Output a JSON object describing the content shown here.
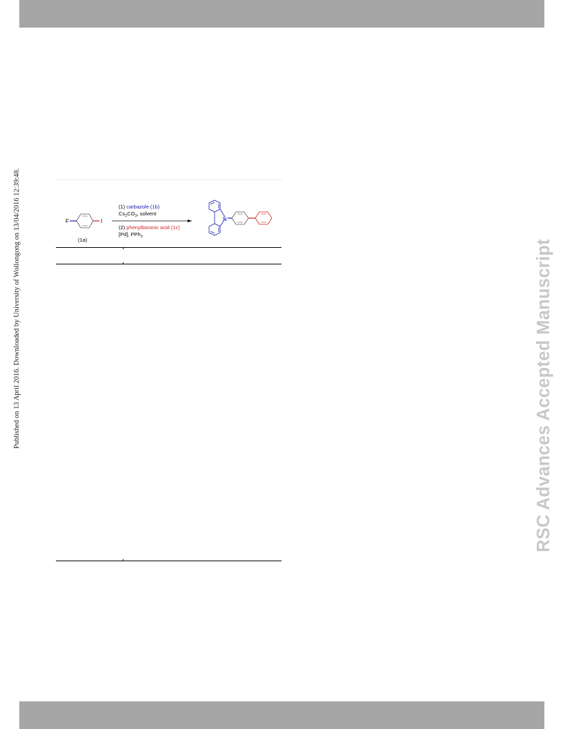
{
  "side_note": "Published on 13 April 2016. Downloaded by University of Wollongong on 13/04/2016 12:39:48.",
  "watermark": "RSC Advances Accepted Manuscript",
  "scheme": {
    "reactant_atoms": {
      "left": "F",
      "right": "I"
    },
    "reactant_label": "(1a)",
    "step1_prefix": "(1) ",
    "step1_reagent": "carbazole (1b)",
    "step1_conditions_a": "Cs",
    "step1_conditions_sub1": "2",
    "step1_conditions_b": "CO",
    "step1_conditions_sub2": "3",
    "step1_conditions_c": ", solvent",
    "step2_prefix": "(2) ",
    "step2_reagent": "phenylboronic acid (1c)",
    "step2_conditions_a": "[Pd], PPh",
    "step2_conditions_sub": "3",
    "product_atom": "N",
    "colors": {
      "carbazole": "#1a1ab4",
      "boronic": "#d21e1e",
      "bond": "#555555"
    }
  }
}
